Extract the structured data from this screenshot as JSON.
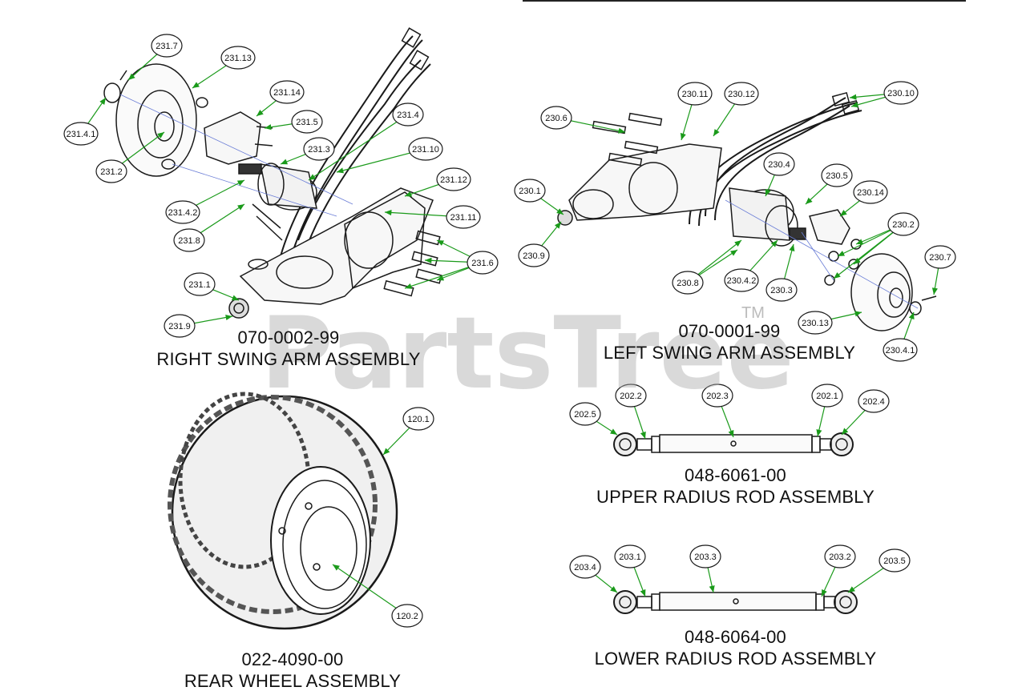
{
  "watermark": "PartsTree",
  "watermark_tm": "TM",
  "assemblies": {
    "right_swing_arm": {
      "part_number": "070-0002-99",
      "title": "RIGHT SWING ARM ASSEMBLY"
    },
    "left_swing_arm": {
      "part_number": "070-0001-99",
      "title": "LEFT SWING ARM ASSEMBLY"
    },
    "rear_wheel": {
      "part_number": "022-4090-00",
      "title": "REAR WHEEL ASSEMBLY"
    },
    "upper_radius_rod": {
      "part_number": "048-6061-00",
      "title": "UPPER RADIUS ROD ASSEMBLY"
    },
    "lower_radius_rod": {
      "part_number": "048-6064-00",
      "title": "LOWER RADIUS ROD ASSEMBLY"
    }
  },
  "callouts": {
    "right": [
      "231.7",
      "231.13",
      "231.14",
      "231.5",
      "231.4.1",
      "231.2",
      "231.3",
      "231.4",
      "231.10",
      "231.12",
      "231.4.2",
      "231.11",
      "231.8",
      "231.6",
      "231.1",
      "231.9"
    ],
    "left": [
      "230.11",
      "230.12",
      "230.10",
      "230.6",
      "230.4",
      "230.5",
      "230.14",
      "230.1",
      "230.2",
      "230.7",
      "230.9",
      "230.8",
      "230.4.2",
      "230.3",
      "230.13",
      "230.4.1"
    ],
    "wheel": [
      "120.1",
      "120.2"
    ],
    "upper_rod": [
      "202.2",
      "202.3",
      "202.1",
      "202.5",
      "202.4"
    ],
    "lower_rod": [
      "203.1",
      "203.3",
      "203.2",
      "203.4",
      "203.5"
    ]
  },
  "colors": {
    "leader": "#1a9a1a",
    "line": "#1a1a1a",
    "watermark": "#aaaaaa"
  }
}
